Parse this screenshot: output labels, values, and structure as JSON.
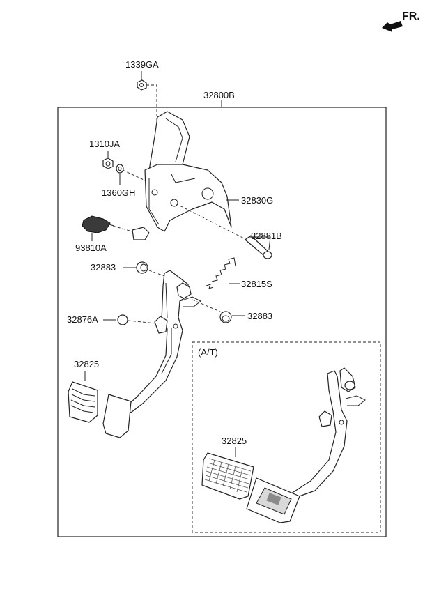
{
  "direction_label": "FR.",
  "assembly_label": "32800B",
  "parts": {
    "nut_top": "1339GA",
    "nut_left": "1310JA",
    "washer": "1360GH",
    "switch": "93810A",
    "bracket": "32830G",
    "pin": "32881B",
    "bushing_left": "32883",
    "spring": "32815S",
    "bushing_right": "32883",
    "stopper": "32876A",
    "pad_mt": "32825",
    "pad_at": "32825"
  },
  "at_section_label": "(A/T)"
}
